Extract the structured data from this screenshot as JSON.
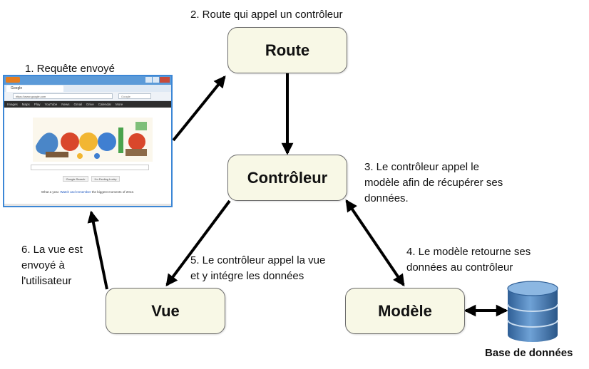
{
  "nodes": {
    "route": "Route",
    "controleur": "Contrôleur",
    "vue": "Vue",
    "modele": "Modèle",
    "database": "Base de données"
  },
  "steps": {
    "s1": "1. Requête envoyé",
    "s2": "2. Route qui appel un contrôleur",
    "s3": "3. Le contrôleur appel le\nmodèle afin de récupérer ses\ndonnées.",
    "s4": "4. Le modèle retourne ses\ndonnées au contrôleur",
    "s5": "5. Le contrôleur appel la vue\net y intégre les données",
    "s6": "6. La vue est\nenvoyé à\nl'utilisateur"
  },
  "browser": {
    "tab_label": "Google",
    "url": "https://www.google.com",
    "search_placeholder": "Google",
    "nav_links": [
      "Images",
      "Maps",
      "Play",
      "YouTube",
      "News",
      "Gmail",
      "Drive",
      "Calendar",
      "More"
    ],
    "search_button": "Google Search",
    "lucky_button": "I'm Feeling Lucky",
    "footer_text": "What a year. ",
    "footer_link": "Watch and remember",
    "footer_tail": " the biggest moments of 2012."
  },
  "colors": {
    "node_fill": "#f8f8e6",
    "node_border": "#6b6b6b",
    "arrow": "#000000",
    "db_blue": "#3f78b4"
  }
}
